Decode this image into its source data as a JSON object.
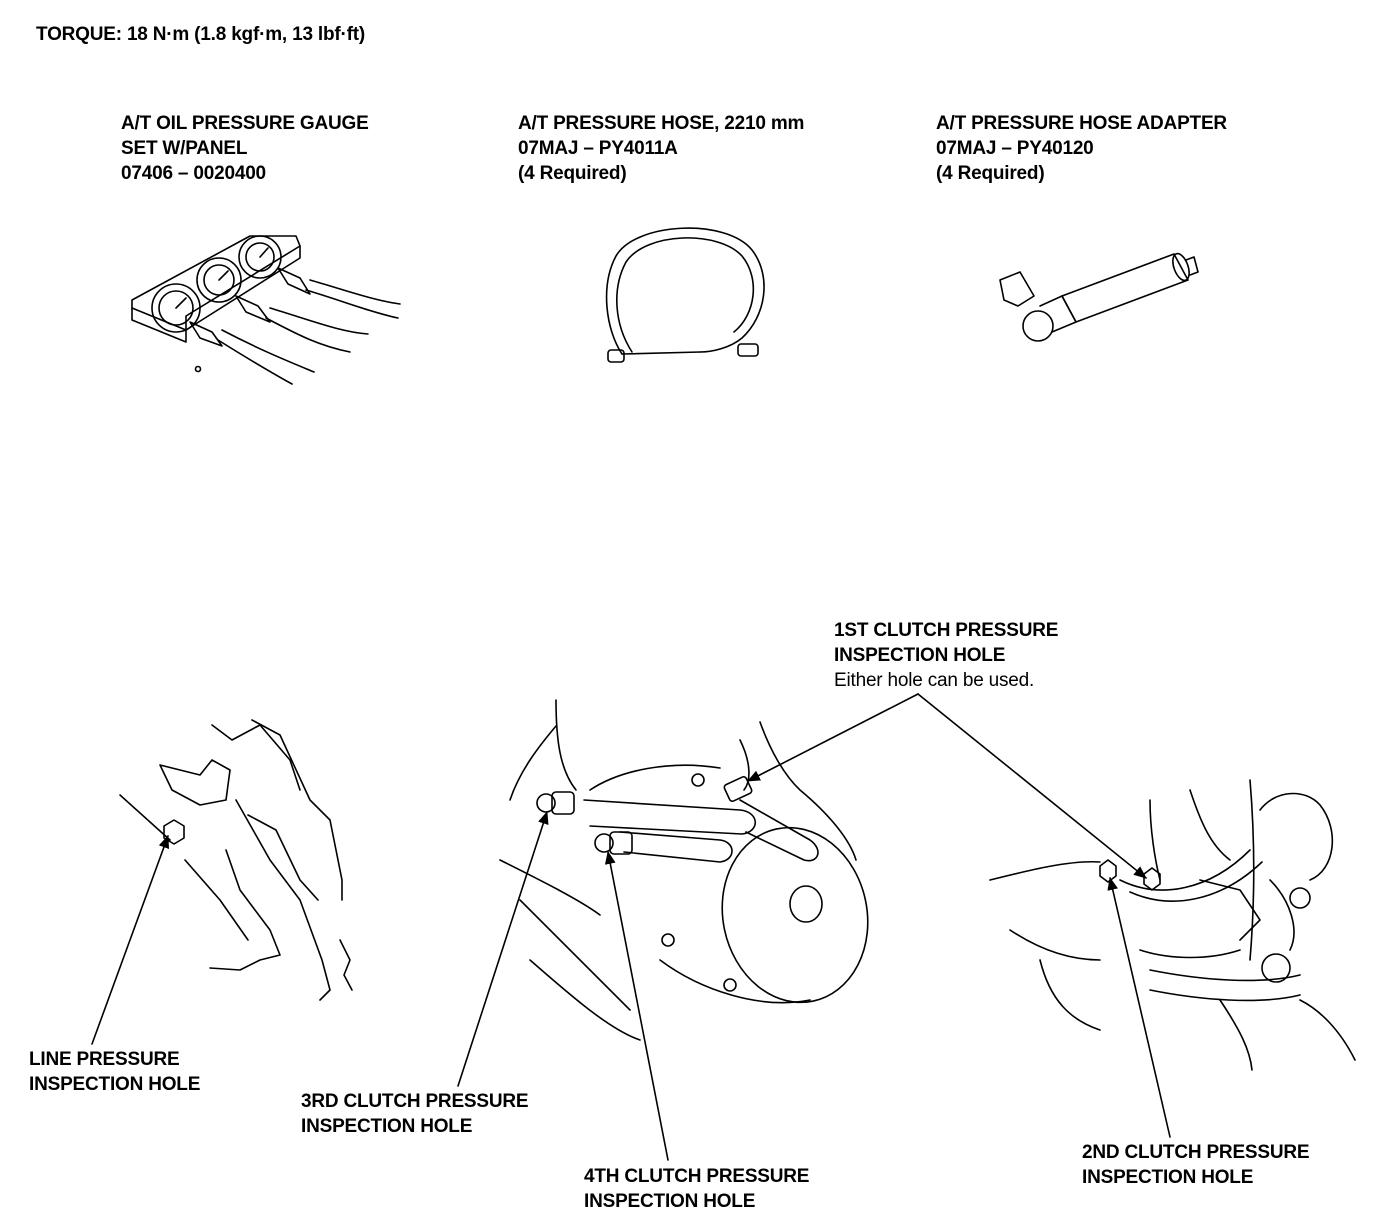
{
  "torque": "TORQUE: 18 N·m (1.8 kgf·m, 13 lbf·ft)",
  "tools": [
    {
      "name_line1": "A/T OIL PRESSURE GAUGE",
      "name_line2": "SET W/PANEL",
      "part_number": "07406 – 0020400"
    },
    {
      "name_line1": "A/T PRESSURE HOSE, 2210 mm",
      "part_number": "07MAJ – PY4011A",
      "quantity": "(4 Required)"
    },
    {
      "name_line1": "A/T PRESSURE HOSE ADAPTER",
      "part_number": "07MAJ – PY40120",
      "quantity": "(4 Required)"
    }
  ],
  "callouts": {
    "line_pressure": [
      "LINE PRESSURE",
      "INSPECTION HOLE"
    ],
    "third_clutch": [
      "3RD CLUTCH PRESSURE",
      "INSPECTION HOLE"
    ],
    "fourth_clutch": [
      "4TH CLUTCH PRESSURE",
      "INSPECTION HOLE"
    ],
    "first_clutch": [
      "1ST CLUTCH PRESSURE",
      "INSPECTION HOLE"
    ],
    "first_clutch_note": "Either hole can be used.",
    "second_clutch": [
      "2ND CLUTCH PRESSURE",
      "INSPECTION HOLE"
    ]
  }
}
